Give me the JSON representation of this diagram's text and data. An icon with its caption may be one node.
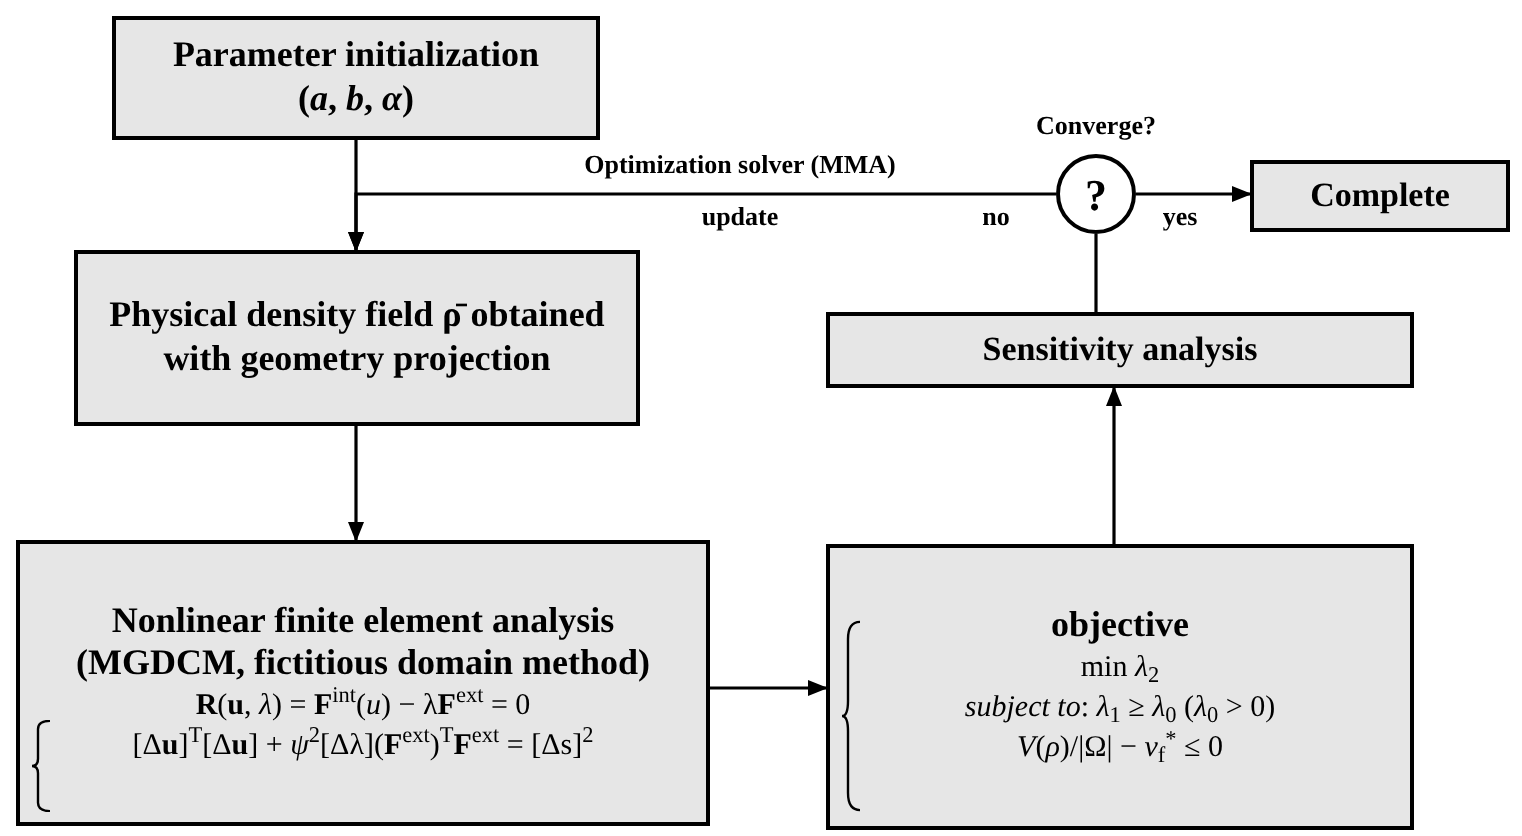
{
  "diagram": {
    "nodes": [
      {
        "text": [
          "Parameter initialization",
          "(*a*, *b*, *α*)"
        ]
      },
      {
        "text": [
          "?"
        ],
        "beside": [
          "Converge?"
        ]
      },
      {
        "text": [
          "Complete"
        ]
      },
      {
        "text": [
          "Physical density field ρ̄ obtained with geometry projection"
        ]
      },
      {
        "text": [
          "Sensitivity analysis"
        ]
      },
      {
        "text": [
          "Nonlinear finite element analysis (MGDCM, fictitious domain method)",
          "**R**(**u**, *λ*) = **F**$^{int}$(*u*) − λ**F**$^{ext}$ = 0",
          "[Δ**u**]$^{T}$[Δ**u**] + *ψ*$^{2}$[Δλ](**F**$^{ext}$)$^{T}$**F**$^{ext}$ = [Δs]$^{2}$"
        ]
      },
      {
        "text": [
          "objective",
          "min *λ*$_{2}$",
          "*subject to*:  *λ*$_{1}$ ≥ *λ*$_{0}$   (*λ*$_{0}$ > 0)",
          "*V*(*ρ*)/|Ω| − *v*$_{f}$$^{*}$ ≤ 0"
        ]
      }
    ],
    "edges": [
      {
        "from": 0,
        "to": 3,
        "arrow": "to"
      },
      {
        "from": 1,
        "to": 3,
        "arrow": "to",
        "label": "no"
      },
      {
        "from": 1,
        "to": 2,
        "arrow": "to",
        "label": "yes"
      },
      {
        "from": 3,
        "to": 5,
        "arrow": "to"
      },
      {
        "from": 5,
        "to": 6,
        "arrow": "to"
      },
      {
        "from": 6,
        "to": 4,
        "arrow": "to"
      },
      {
        "from": 4,
        "to": 1,
        "arrow": "none"
      }
    ],
    "labels": [
      "Optimization solver (MMA)",
      "update"
    ]
  }
}
